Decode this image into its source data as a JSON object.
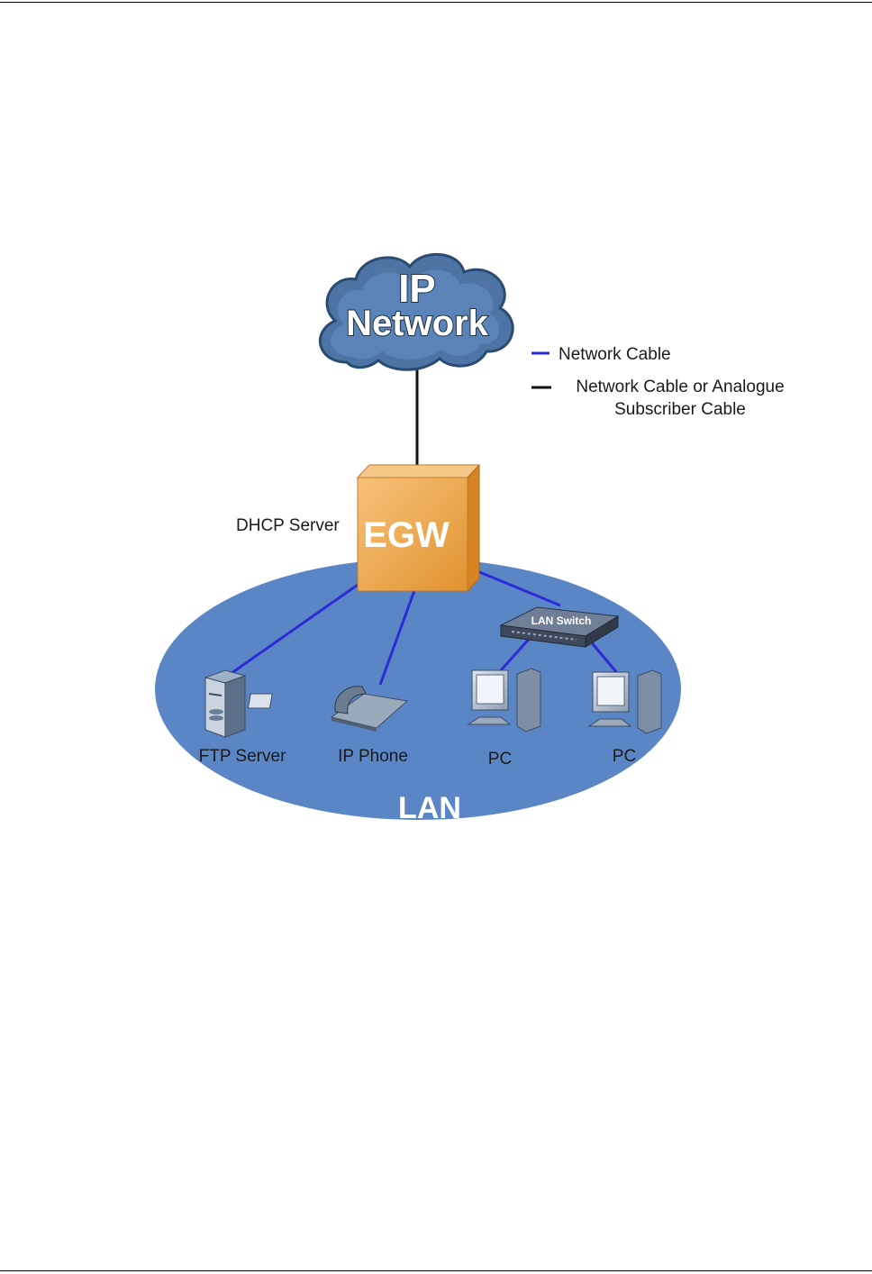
{
  "diagram": {
    "cloud": {
      "line1": "IP",
      "line2": "Network"
    },
    "gateway": {
      "label": "EGW",
      "role_label": "DHCP Server"
    },
    "switch_label": "LAN Switch",
    "lan_label": "LAN",
    "devices": [
      {
        "label": "FTP Server",
        "icon": "ftp-server-icon"
      },
      {
        "label": "IP Phone",
        "icon": "ip-phone-icon"
      },
      {
        "label": "PC",
        "icon": "pc-icon"
      },
      {
        "label": "PC",
        "icon": "pc-icon"
      }
    ],
    "legend": [
      {
        "label": "Network Cable",
        "color": "#2b2bd8"
      },
      {
        "label_line1": "Network Cable or Analogue",
        "label_line2": "Subscriber Cable",
        "color": "#111111"
      }
    ],
    "colors": {
      "lan_fill": "#5b86c5",
      "cloud_fill": "#4d74a4",
      "gateway_fill": "#f0a94e",
      "network_cable": "#2b2bd8",
      "analogue_cable": "#111111"
    }
  }
}
